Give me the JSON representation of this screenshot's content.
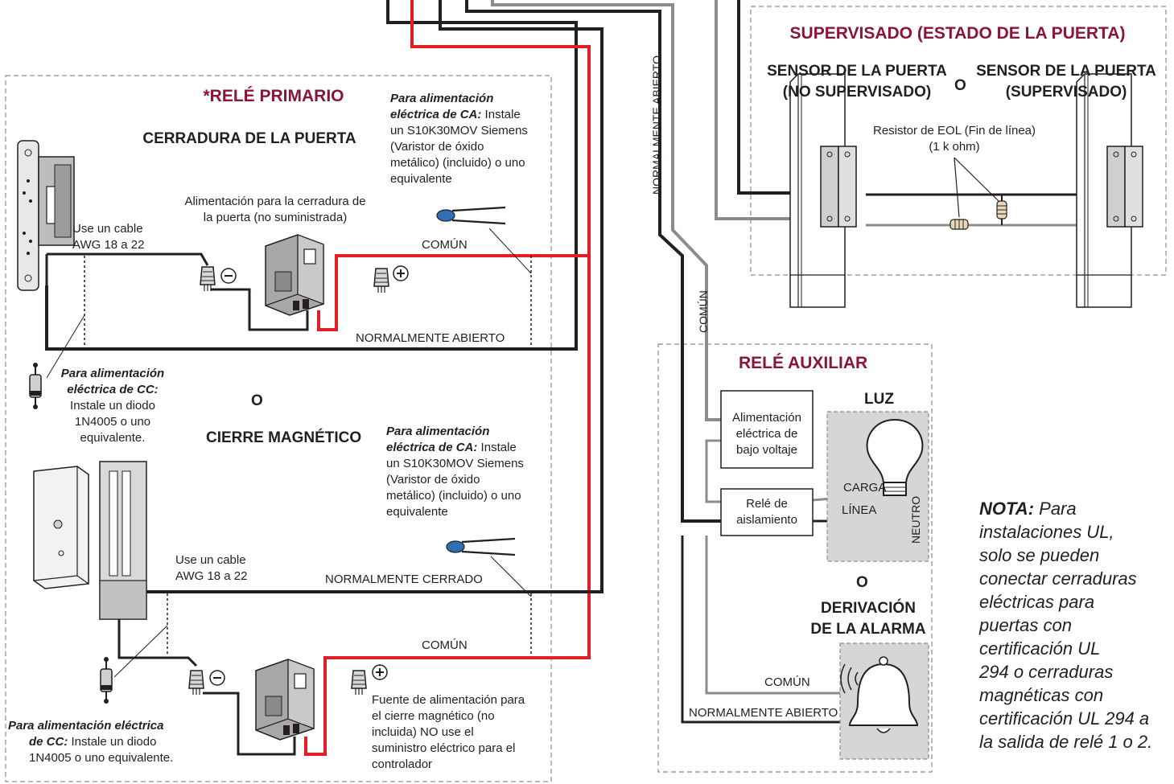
{
  "primary_relay": {
    "title": "*RELÉ PRIMARIO",
    "door_lock": "CERRADURA DE LA PUERTA",
    "lock_power": [
      "Alimentación para la cerradura de",
      "la puerta (no suministrada)"
    ],
    "cable_top": [
      "Use un cable",
      "AWG 18 a 22"
    ],
    "ac_note_top": {
      "bold": [
        "Para alimentación",
        "eléctrica de CA:"
      ],
      "rest": [
        " Instale",
        "un S10K30MOV Siemens",
        "(Varistor de óxido",
        "metálico) (incluido) o uno",
        "equivalente"
      ]
    },
    "dc_note_top": {
      "bold": [
        "Para alimentación",
        "eléctrica de CC:"
      ],
      "rest": [
        "Instale un diodo",
        "1N4005 o uno",
        "equivalente."
      ]
    },
    "common": "COMÚN",
    "normally_open": "NORMALMENTE ABIERTO",
    "or": "O",
    "mag_lock": "CIERRE MAGNÉTICO",
    "ac_note_bottom": {
      "bold": [
        "Para alimentación",
        "eléctrica de CA:"
      ],
      "rest": [
        " Instale",
        "un S10K30MOV Siemens",
        "(Varistor de óxido",
        "metálico) (incluido) o uno",
        "equivalente"
      ]
    },
    "cable_bottom": [
      "Use un cable",
      "AWG 18 a 22"
    ],
    "normally_closed": "NORMALMENTE CERRADO",
    "common_bottom": "COMÚN",
    "dc_note_bottom": {
      "bold": [
        "Para alimentación eléctrica",
        "de CC:"
      ],
      "rest": [
        " Instale un diodo",
        "1N4005 o uno equivalente."
      ]
    },
    "mag_power": [
      "Fuente de alimentación para",
      "el cierre magnético (no",
      "incluida) NO use el",
      "suministro eléctrico para el",
      "controlador"
    ]
  },
  "vertical_labels": {
    "normally_open": "NORMALMENTE ABIERTO",
    "common": "COMÚN"
  },
  "supervised": {
    "title": "SUPERVISADO (ESTADO DE LA PUERTA)",
    "sensor_left": [
      "SENSOR DE LA PUERTA",
      "(NO SUPERVISADO)"
    ],
    "or": "O",
    "sensor_right": [
      "SENSOR DE LA PUERTA",
      "(SUPERVISADO)"
    ],
    "resistor": [
      "Resistor de EOL (Fin de línea)",
      "(1 k ohm)"
    ]
  },
  "aux_relay": {
    "title": "RELÉ AUXILIAR",
    "light": "LUZ",
    "low_voltage": [
      "Alimentación",
      "eléctrica de",
      "bajo voltaje"
    ],
    "isolation": [
      "Relé de",
      "aislamiento"
    ],
    "load": "CARGA",
    "line": "LÍNEA",
    "neutral": "NEUTRO",
    "or": "O",
    "alarm_bypass": [
      "DERIVACIÓN",
      "DE LA ALARMA"
    ],
    "common": "COMÚN",
    "normally_open": "NORMALMENTE ABIERTO"
  },
  "note": {
    "bold": "NOTA:",
    "lines": [
      " Para",
      "instalaciones UL,",
      "solo se pueden",
      "conectar cerraduras",
      "eléctricas para",
      "puertas con",
      "certificación UL",
      "294 o cerraduras",
      "magnéticas con",
      "certificación UL 294 a",
      "la salida de relé 1 o 2."
    ]
  },
  "colors": {
    "red_wire": "#e31e24",
    "title_red": "#8a1538",
    "gray_wire": "#8c8c8c",
    "black_wire": "#231f20"
  },
  "icons": [
    "door-strike-icon",
    "power-adapter-icon",
    "wire-nut-icon",
    "varistor-icon",
    "diode-icon",
    "magnetic-lock-icon",
    "door-sensor-icon",
    "resistor-icon",
    "light-bulb-icon",
    "alarm-bell-icon"
  ]
}
